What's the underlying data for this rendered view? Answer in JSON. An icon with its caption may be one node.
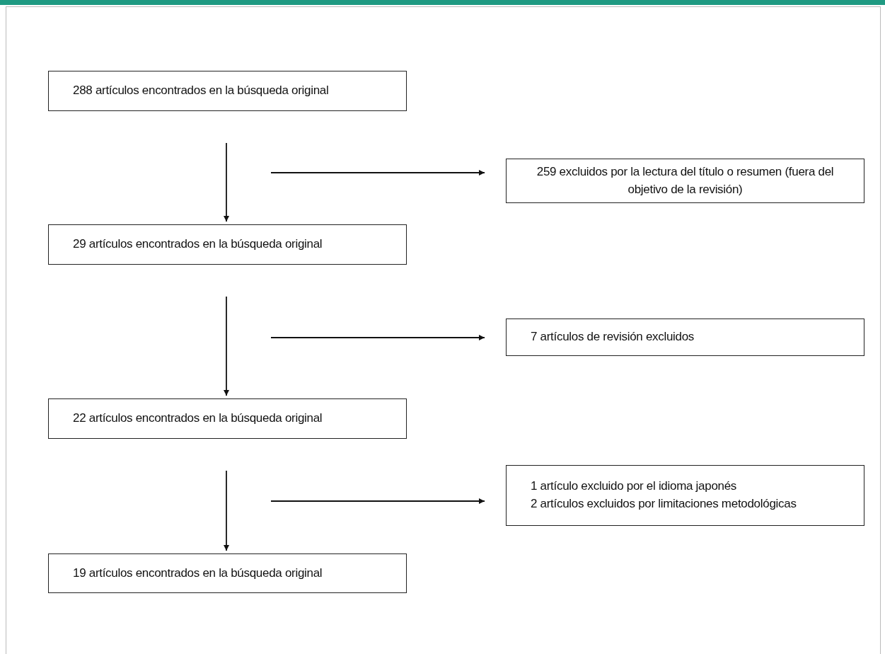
{
  "diagram": {
    "nodes": [
      {
        "text": [
          "288 artículos encontrados en la búsqueda original"
        ]
      },
      {
        "text": [
          "259 excluidos por la lectura del título o resumen (fuera del objetivo de la revisión)"
        ]
      },
      {
        "text": [
          "29 artículos encontrados en la búsqueda original"
        ]
      },
      {
        "text": [
          "7 artículos de revisión excluidos"
        ]
      },
      {
        "text": [
          "22 artículos encontrados en la búsqueda original"
        ]
      },
      {
        "text": [
          "1 artículo excluido por el idioma japonés",
          "2 artículos excluidos por limitaciones metodológicas"
        ]
      },
      {
        "text": [
          "19 artículos encontrados en la búsqueda original"
        ]
      }
    ],
    "edges": [
      {
        "from": 0,
        "to": 2,
        "arrow": "to"
      },
      {
        "from": null,
        "to": 1,
        "arrow": "to"
      },
      {
        "from": 2,
        "to": 4,
        "arrow": "to"
      },
      {
        "from": null,
        "to": 3,
        "arrow": "to"
      },
      {
        "from": 4,
        "to": 6,
        "arrow": "to"
      },
      {
        "from": null,
        "to": 5,
        "arrow": "to"
      }
    ]
  }
}
